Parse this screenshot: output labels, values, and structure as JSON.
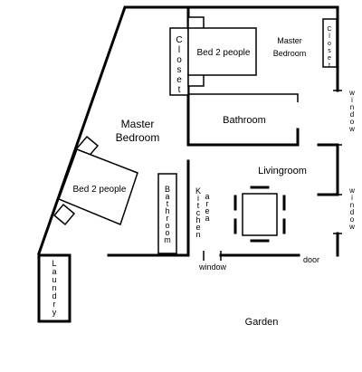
{
  "rooms": {
    "master_bedroom_left": {
      "line1": "Master",
      "line2": "Bedroom"
    },
    "master_bedroom_right": {
      "line1": "Master",
      "line2": "Bedroom"
    },
    "bathroom_upper": "Bathroom",
    "bathroom_lower": "Bathroom",
    "livingroom": "Livingroom",
    "kitchen_area": "Kitchen area",
    "laundry": "Laundry",
    "garden": "Garden"
  },
  "furniture": {
    "bed_upper": "Bed 2 people",
    "bed_lower": "Bed 2 people",
    "closet_left": "Closet",
    "closet_right": "Closet"
  },
  "openings": {
    "window_bottom": "window",
    "window_right_upper": "window",
    "window_right_lower": "window",
    "door": "door"
  }
}
